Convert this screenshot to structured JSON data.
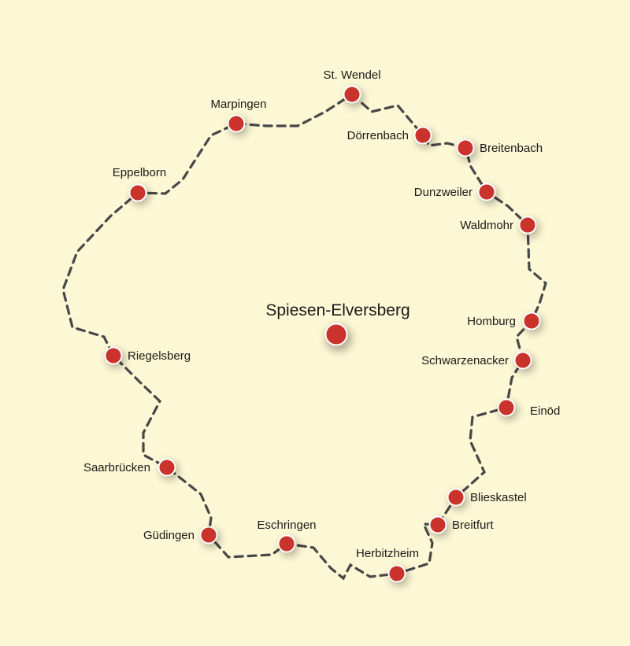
{
  "map": {
    "route_color": "#474747",
    "marker_color": "#c9332b",
    "marker_stroke": "#ffffff",
    "center": {
      "name": "Spiesen-Elversberg"
    },
    "stops": [
      {
        "id": "st-wendel",
        "name": "St. Wendel"
      },
      {
        "id": "doerrenbach",
        "name": "Dörrenbach"
      },
      {
        "id": "breitenbach",
        "name": "Breitenbach"
      },
      {
        "id": "dunzweiler",
        "name": "Dunzweiler"
      },
      {
        "id": "waldmohr",
        "name": "Waldmohr"
      },
      {
        "id": "homburg",
        "name": "Homburg"
      },
      {
        "id": "schwarzenacker",
        "name": "Schwarzenacker"
      },
      {
        "id": "einoed",
        "name": "Einöd"
      },
      {
        "id": "blieskastel",
        "name": "Blieskastel"
      },
      {
        "id": "breitfurt",
        "name": "Breitfurt"
      },
      {
        "id": "herbitzheim",
        "name": "Herbitzheim"
      },
      {
        "id": "eschringen",
        "name": "Eschringen"
      },
      {
        "id": "guedingen",
        "name": "Güdingen"
      },
      {
        "id": "saarbruecken",
        "name": "Saarbrücken"
      },
      {
        "id": "riegelsberg",
        "name": "Riegelsberg"
      },
      {
        "id": "eppelborn",
        "name": "Eppelborn"
      },
      {
        "id": "marpingen",
        "name": "Marpingen"
      }
    ]
  }
}
